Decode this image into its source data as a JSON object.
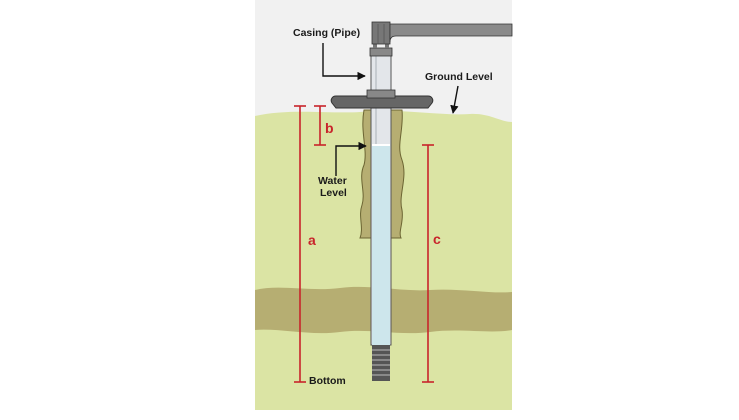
{
  "labels": {
    "casing": "Casing (Pipe)",
    "ground_level": "Ground Level",
    "water_level_line1": "Water",
    "water_level_line2": "Level",
    "bottom": "Bottom",
    "segment_a": "a",
    "segment_b": "b",
    "segment_c": "c"
  },
  "colors": {
    "ground": "#dbe4a4",
    "sky": "#f1f1f1",
    "soil_layer": "#b6ae72",
    "measure_line": "#c8242b",
    "casing": "#e3e6ea",
    "water": "#cde6ec",
    "metal": "#666666"
  },
  "icons": {
    "pump_handle": "pipe-elbow-icon",
    "screen": "well-screen-icon"
  }
}
